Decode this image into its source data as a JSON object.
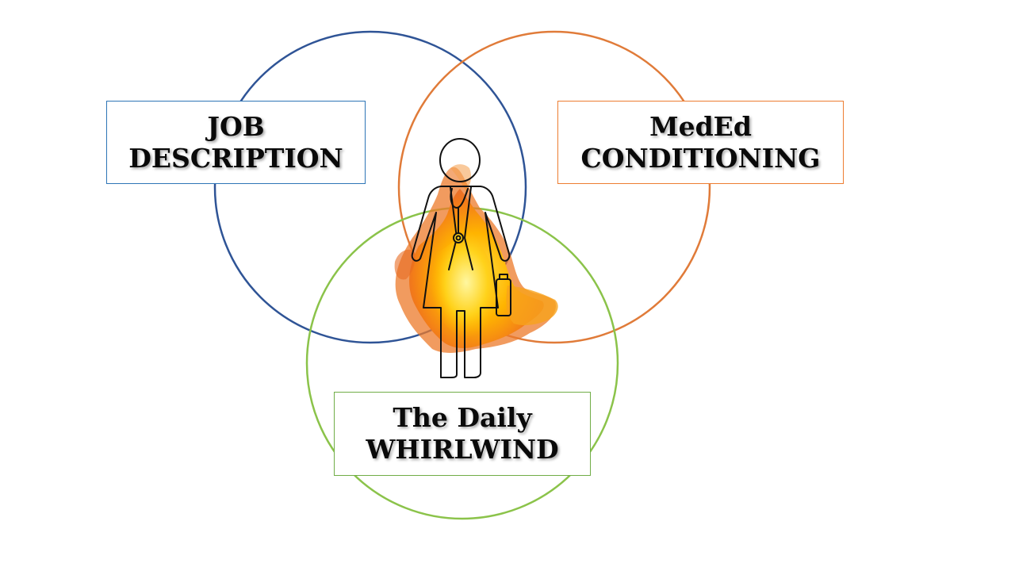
{
  "circles": [
    {
      "name": "job-description",
      "color": "#2f5496"
    },
    {
      "name": "meded-conditioning",
      "color": "#e07b39"
    },
    {
      "name": "daily-whirlwind",
      "color": "#8bc34a"
    }
  ],
  "labels": {
    "job": {
      "line1": "JOB",
      "line2": "DESCRIPTION",
      "border_color": "#2e75b6"
    },
    "meded": {
      "line1": "MedEd",
      "line2": "CONDITIONING",
      "border_color": "#ed7d31"
    },
    "daily": {
      "line1": "The Daily",
      "line2": "WHIRLWIND",
      "border_color": "#70ad47"
    }
  },
  "center_figure": {
    "icon": "doctor-with-stethoscope-icon",
    "overlay": "flames"
  }
}
